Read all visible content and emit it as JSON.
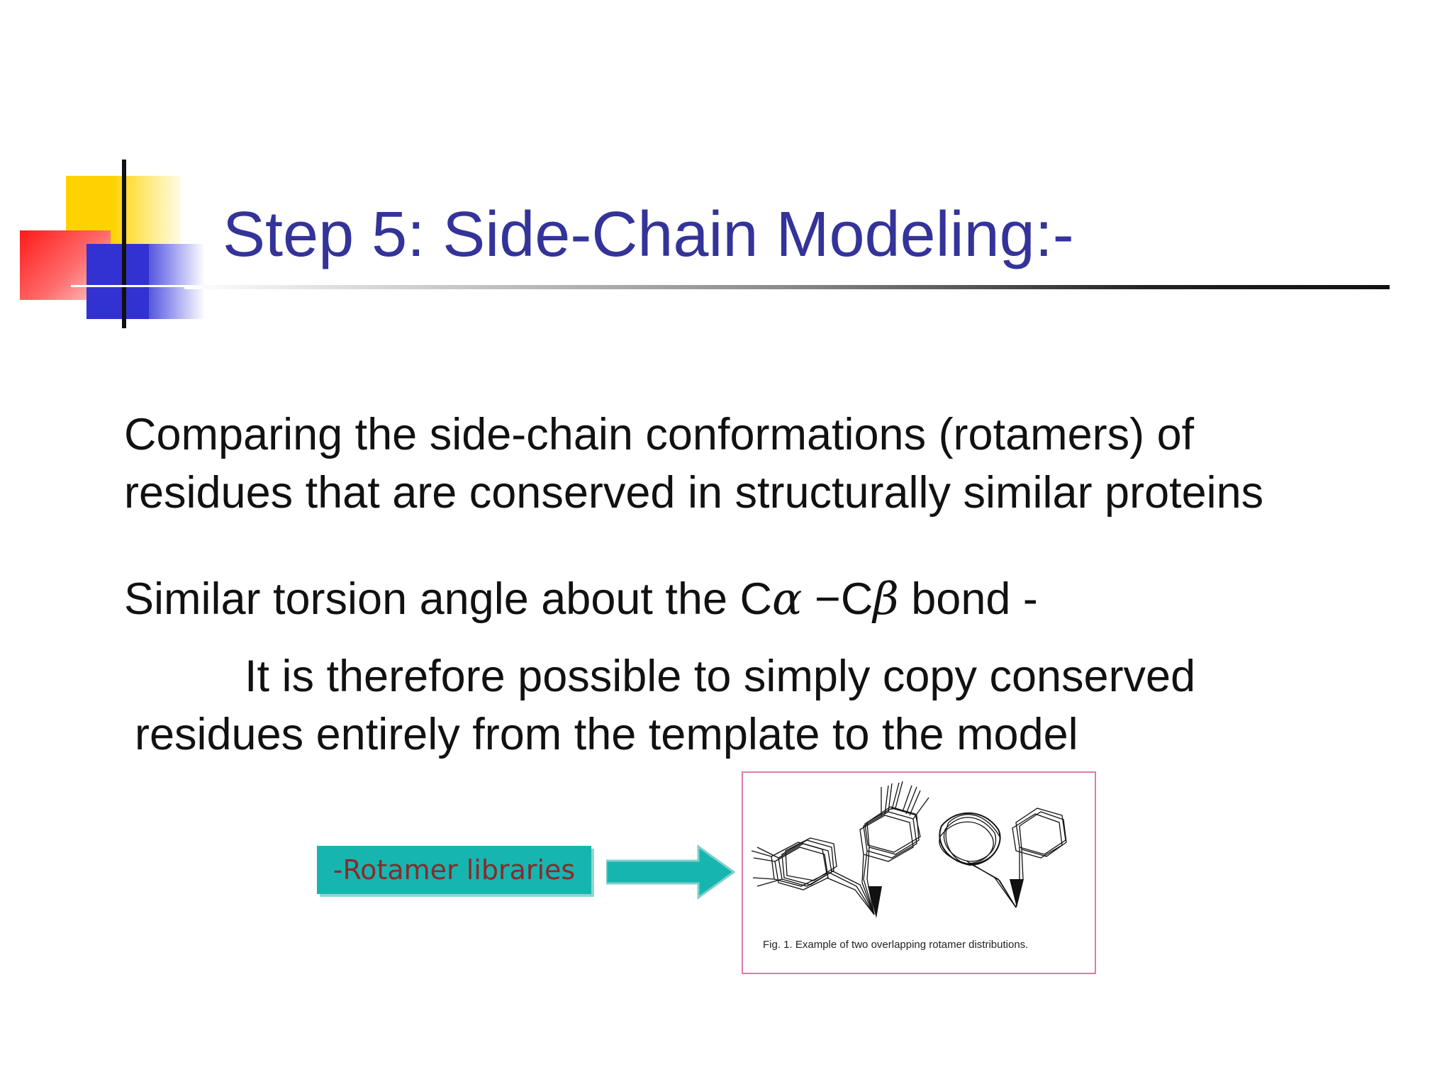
{
  "slide": {
    "title": "Step 5: Side-Chain Modeling:-",
    "para1": "Comparing the side-chain conformations (rotamers) of residues that are conserved in structurally similar proteins",
    "para1_line1": "Comparing the side-chain conformations (rotamers) of",
    "para1_line2": "residues that are conserved in structurally similar proteins",
    "para2_prefix": "Similar torsion angle about the C",
    "para2_alpha": "α",
    "para2_mid": " −C",
    "para2_beta": "β",
    "para2_suffix": " bond -",
    "para3_line1": "It is therefore possible to simply copy conserved",
    "para3_line2": "residues entirely from the template to the model"
  },
  "diagram": {
    "button_label": "-Rotamer libraries",
    "figure_caption": "Fig. 1.   Example of two overlapping rotamer distributions."
  },
  "colors": {
    "title": "#333399",
    "button_bg": "#17b5b0",
    "button_text": "#8a2a2a",
    "arrow": "#17b5b0",
    "figure_border": "#e07aa6"
  }
}
